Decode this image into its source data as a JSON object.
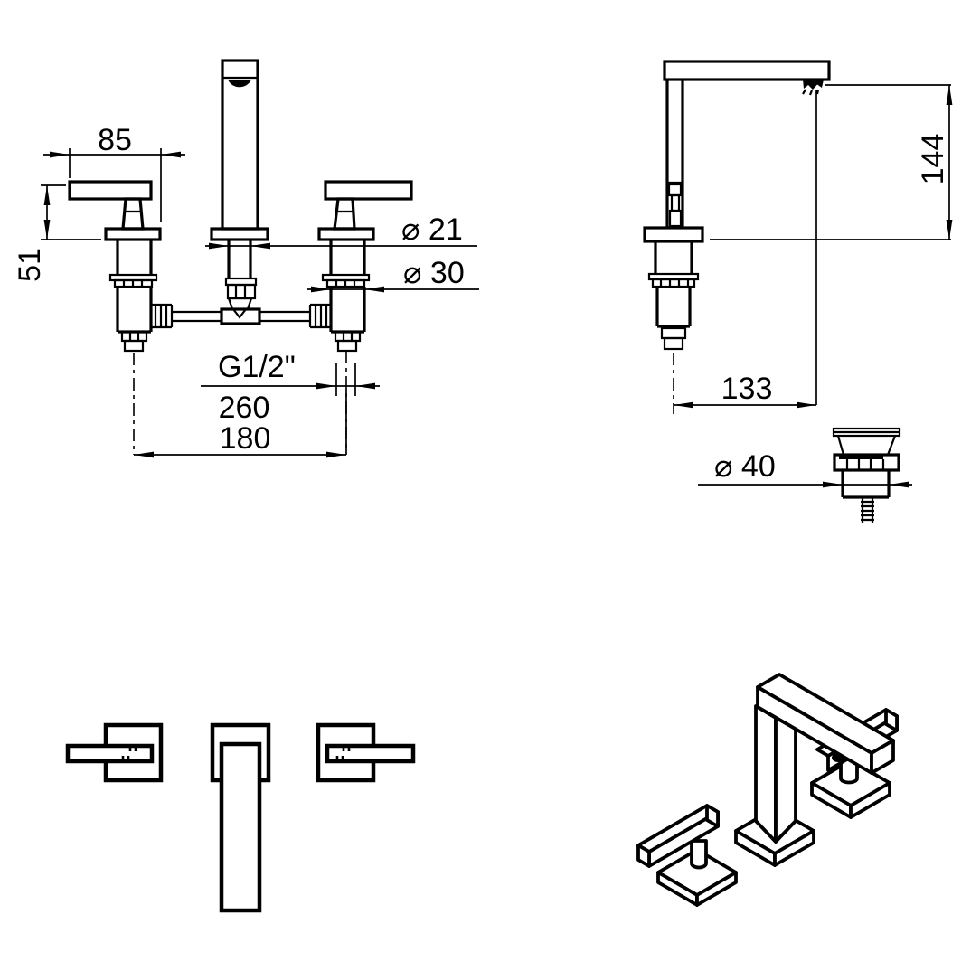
{
  "drawing": {
    "background": "#ffffff",
    "line_color": "#000000",
    "dimensions": {
      "lever_length": "85",
      "handle_height": "51",
      "spout_shank_diameter": "⌀ 21",
      "valve_body_diameter": "⌀ 30",
      "inlet_thread": "G1/2\"",
      "centers_max": "260",
      "centers_min": "180",
      "spout_outlet_height": "144",
      "spout_reach": "133",
      "waste_diameter": "⌀ 40"
    }
  }
}
